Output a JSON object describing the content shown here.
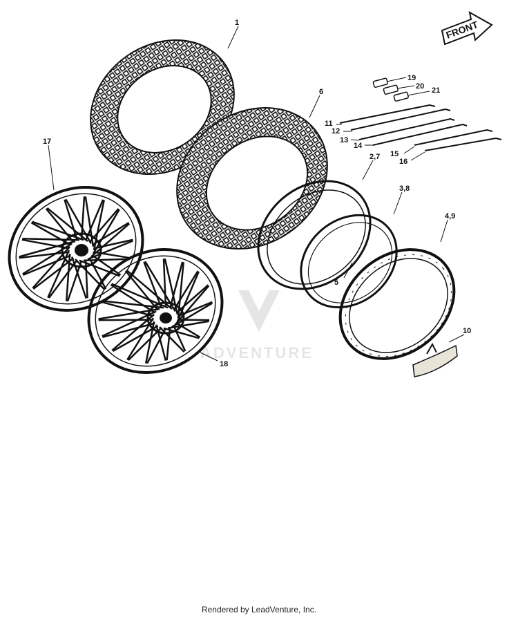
{
  "diagram": {
    "front_label": "FRONT",
    "watermark": "ADVENTURE",
    "callouts": {
      "c1": "1",
      "c6": "6",
      "c27": "2,7",
      "c38": "3,8",
      "c49": "4,9",
      "c5": "5",
      "c10": "10",
      "c11": "11",
      "c12": "12",
      "c13": "13",
      "c14": "14",
      "c15": "15",
      "c16": "16",
      "c17": "17",
      "c18": "18",
      "c19": "19",
      "c20": "20",
      "c21": "21"
    }
  },
  "footer": {
    "text": "Rendered by LeadVenture, Inc."
  }
}
